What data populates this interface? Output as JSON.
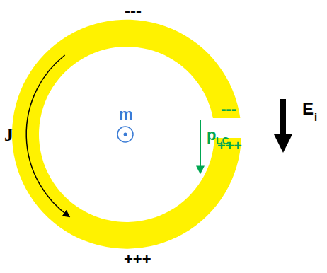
{
  "diagram": {
    "labels": [
      "---",
      "J",
      "m",
      "p",
      "LC",
      "---",
      "+++",
      "E",
      "i",
      "+++"
    ]
  }
}
